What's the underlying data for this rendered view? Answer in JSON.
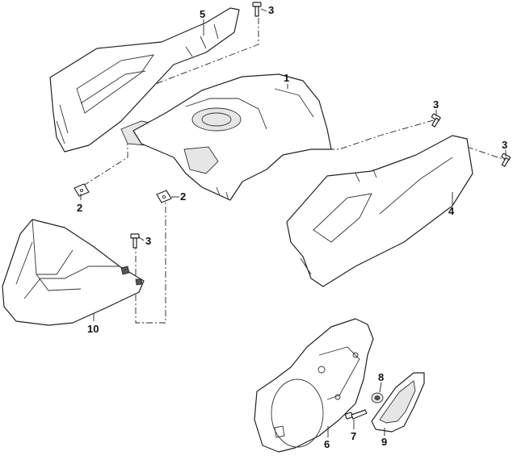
{
  "callouts": {
    "c1": "1",
    "c2a": "2",
    "c2b": "2",
    "c3a": "3",
    "c3b": "3",
    "c3c": "3",
    "c3d": "3",
    "c4": "4",
    "c5": "5",
    "c6": "6",
    "c7": "7",
    "c8": "8",
    "c9": "9",
    "c10": "10"
  },
  "colors": {
    "line": "#222222",
    "background": "#ffffff",
    "shade": "#e6e6e6"
  }
}
